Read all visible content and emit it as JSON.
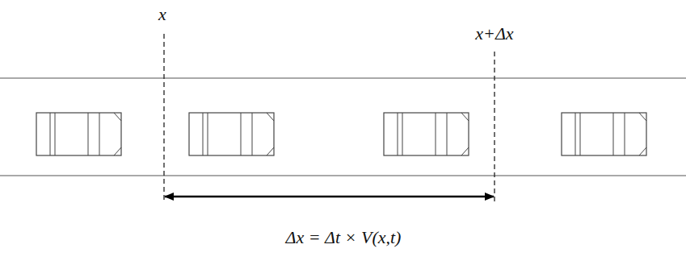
{
  "diagram": {
    "labels": [
      "x",
      "x+Δx",
      "Δx = Δt × V(x,t)"
    ]
  }
}
